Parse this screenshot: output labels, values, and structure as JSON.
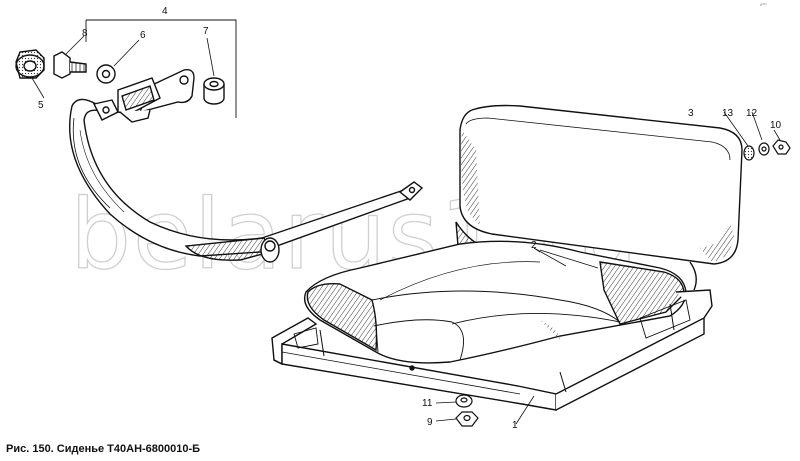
{
  "caption": "Рис. 150. Сиденье Т40АН-6800010-Б",
  "watermark": "belarus1.ru",
  "corner_mark": "8ººº",
  "callouts": {
    "c1": "1",
    "c2": "2",
    "c3": "3",
    "c4": "4",
    "c5": "5",
    "c6": "6",
    "c7": "7",
    "c8": "8",
    "c9": "9",
    "c10": "10",
    "c11": "11",
    "c12": "12",
    "c13": "13"
  },
  "colors": {
    "ink": "#111111",
    "watermark": "#cfcfcf",
    "background": "#ffffff"
  }
}
